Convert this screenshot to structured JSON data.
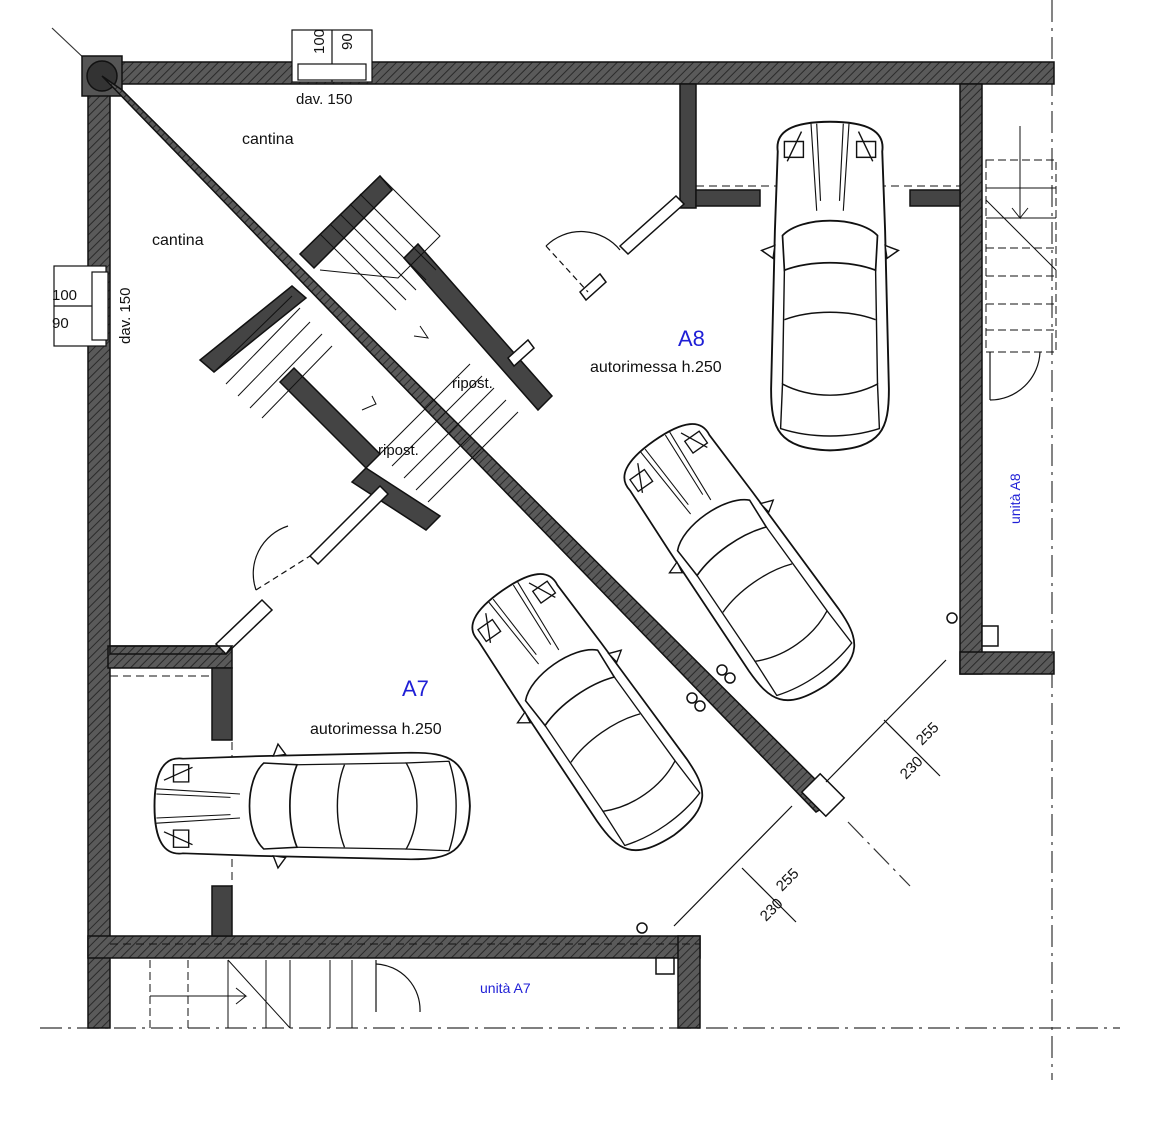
{
  "colors": {
    "wall": "#3d3d3d",
    "wall_light": "#6a6a6a",
    "line": "#111111",
    "unit_label": "#1f1fd6",
    "axis": "#333333"
  },
  "rooms": {
    "cantina_1": "cantina",
    "cantina_2": "cantina",
    "ripost_1": "ripost.",
    "ripost_2": "ripost."
  },
  "units": {
    "a8_code": "A8",
    "a8_desc": "autorimessa h.250",
    "a7_code": "A7",
    "a7_desc": "autorimessa h.250",
    "a8_side": "unità A8",
    "a7_bottom": "unità A7"
  },
  "windows": {
    "top": {
      "dim_a": "100",
      "dim_b": "90",
      "sill": "dav. 150"
    },
    "left": {
      "dim_a": "100",
      "dim_b": "90",
      "sill": "dav. 150"
    }
  },
  "openings": {
    "upper": {
      "width": "255",
      "height": "230"
    },
    "lower": {
      "width": "255",
      "height": "230"
    }
  },
  "icons": {
    "car": "car-icon",
    "door": "door-swing-icon",
    "stairs": "stair-icon",
    "column": "column-icon"
  }
}
